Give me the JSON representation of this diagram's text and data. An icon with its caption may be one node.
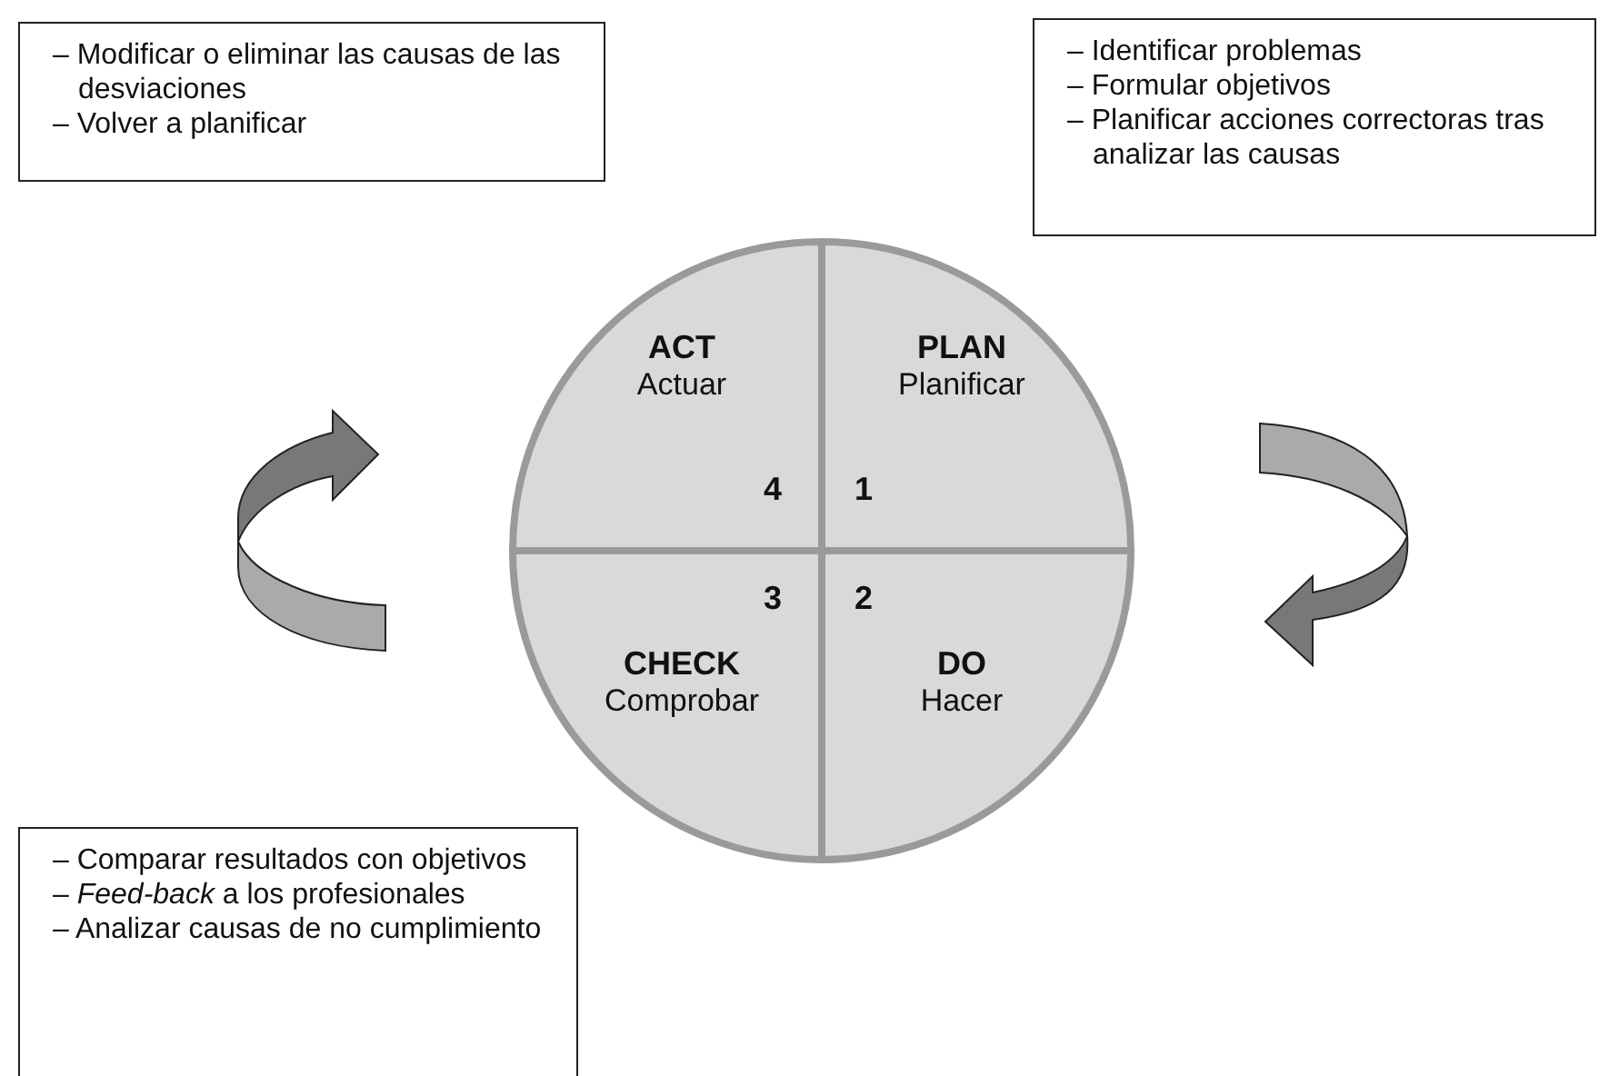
{
  "diagram": {
    "nodes": [
      {
        "text": [
          "– Modificar o eliminar las causas de las desviaciones",
          "– Volver a planificar"
        ]
      },
      {
        "text": [
          "– Identificar problemas",
          "– Formular objetivos",
          "– Planificar acciones correctoras tras analizar las causas"
        ]
      },
      {
        "text": [
          "ACT",
          "Actuar",
          "4"
        ]
      },
      {
        "text": [
          "PLAN",
          "Planificar",
          "1"
        ]
      },
      {
        "text": [
          "CHECK",
          "Comprobar",
          "3"
        ]
      },
      {
        "text": [
          "DO",
          "Hacer",
          "2"
        ]
      },
      {
        "text": [
          "– Comparar resultados con objetivos",
          "– *Feed-back* a los profesionales",
          "– Analizar causas de no cumplimiento"
        ]
      }
    ]
  }
}
